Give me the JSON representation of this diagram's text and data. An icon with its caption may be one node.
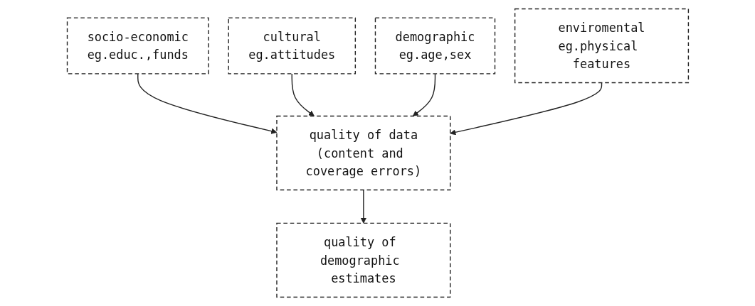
{
  "diagram": {
    "nodes": [
      {
        "text": [
          "socio-economic",
          "eg.educ.,funds"
        ]
      },
      {
        "text": [
          "cultural",
          "eg.attitudes"
        ]
      },
      {
        "text": [
          "demographic",
          "eg.age,sex"
        ]
      },
      {
        "text": [
          "enviromental",
          "eg.physical features"
        ]
      },
      {
        "text": [
          "quality of data",
          "(content and coverage errors)"
        ]
      },
      {
        "text": [
          "quality of demographic estimates"
        ]
      }
    ],
    "edges": [
      {
        "from": 0,
        "to": 4,
        "arrow": "to"
      },
      {
        "from": 1,
        "to": 4,
        "arrow": "to"
      },
      {
        "from": 2,
        "to": 4,
        "arrow": "to"
      },
      {
        "from": 3,
        "to": 4,
        "arrow": "to"
      },
      {
        "from": 4,
        "to": 5,
        "arrow": "to"
      }
    ]
  }
}
